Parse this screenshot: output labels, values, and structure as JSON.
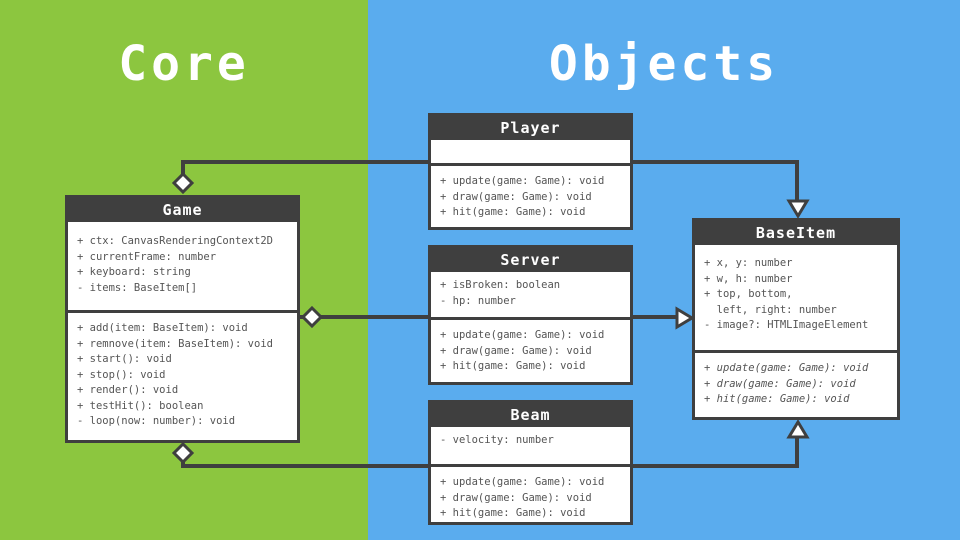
{
  "page": {
    "left_background": "#8CC63F",
    "right_background": "#5AACEE",
    "accent_dark": "#3F3F3F",
    "box_text_color": "#555555"
  },
  "sections": {
    "core": {
      "title": "Core"
    },
    "objects": {
      "title": "Objects"
    }
  },
  "classes": {
    "game": {
      "name": "Game",
      "attributes": [
        "+ ctx: CanvasRenderingContext2D",
        "+ currentFrame: number",
        "+ keyboard: string",
        "- items: BaseItem[]"
      ],
      "methods": [
        "+ add(item: BaseItem): void",
        "+ remnove(item: BaseItem): void",
        "+ start(): void",
        "+ stop(): void",
        "+ render(): void",
        "+ testHit(): boolean",
        "- loop(now: number): void"
      ]
    },
    "player": {
      "name": "Player",
      "attributes": [],
      "methods": [
        "+ update(game: Game): void",
        "+ draw(game: Game): void",
        "+ hit(game: Game): void"
      ]
    },
    "server": {
      "name": "Server",
      "attributes": [
        "+ isBroken: boolean",
        "- hp: number"
      ],
      "methods": [
        "+ update(game: Game): void",
        "+ draw(game: Game): void",
        "+ hit(game: Game): void"
      ]
    },
    "beam": {
      "name": "Beam",
      "attributes": [
        "- velocity: number"
      ],
      "methods": [
        "+ update(game: Game): void",
        "+ draw(game: Game): void",
        "+ hit(game: Game): void"
      ]
    },
    "baseitem": {
      "name": "BaseItem",
      "attributes": [
        "+ x, y: number",
        "+ w, h: number",
        "+ top, bottom,",
        "  left, right: number",
        "- image?: HTMLImageElement"
      ],
      "methods_abstract": true,
      "methods": [
        "+ update(game: Game): void",
        "+ draw(game: Game): void",
        "+ hit(game: Game): void"
      ]
    }
  },
  "relationships": [
    {
      "aggregate": "Game",
      "part": "Player",
      "part_extends": "BaseItem",
      "from_marker": "hollow-diamond",
      "to_marker": "hollow-triangle"
    },
    {
      "aggregate": "Game",
      "part": "Server",
      "part_extends": "BaseItem",
      "from_marker": "hollow-diamond",
      "to_marker": "hollow-triangle"
    },
    {
      "aggregate": "Game",
      "part": "Beam",
      "part_extends": "BaseItem",
      "from_marker": "hollow-diamond",
      "to_marker": "hollow-triangle"
    }
  ]
}
